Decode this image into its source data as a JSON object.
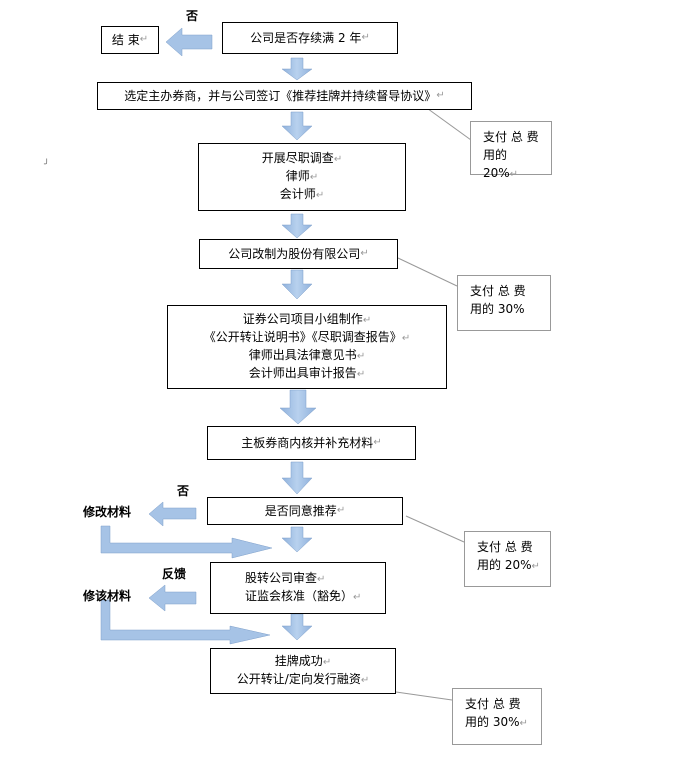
{
  "flowchart": {
    "start_question": "公司是否存续满 2 年",
    "end": "结 束",
    "no_label_top": "否",
    "step_sign_agreement": "选定主办券商，并与公司签订《推荐挂牌并持续督导协议》",
    "step_due_diligence": [
      "开展尽职调查",
      "律师",
      "会计师"
    ],
    "step_restructure": "公司改制为股份有限公司",
    "step_materials": [
      "证券公司项目小组制作",
      "《公开转让说明书》《尽职调查报告》",
      "律师出具法律意见书",
      "会计师出具审计报告"
    ],
    "step_internal_review": "主板券商内核并补充材料",
    "step_agree_question": "是否同意推荐",
    "no_label_mid": "否",
    "revise_materials_1": "修改材料",
    "step_review": [
      "股转公司审查",
      "证监会核准（豁免）"
    ],
    "feedback_label": "反馈",
    "revise_materials_2": "修该材料",
    "step_success": [
      "挂牌成功",
      "公开转让/定向发行融资"
    ]
  },
  "notes": [
    {
      "lines": [
        "支付 总 费",
        "用的 20%"
      ]
    },
    {
      "lines": [
        "支付 总 费",
        "用的 30%"
      ]
    },
    {
      "lines": [
        "支付 总 费",
        "用的 20%"
      ]
    },
    {
      "lines": [
        "支付 总 费",
        "用的 30%"
      ]
    }
  ],
  "colors": {
    "arrow_fill": "#a6c3e6",
    "arrow_stroke": "#7e9fc9",
    "connector": "#999999"
  }
}
